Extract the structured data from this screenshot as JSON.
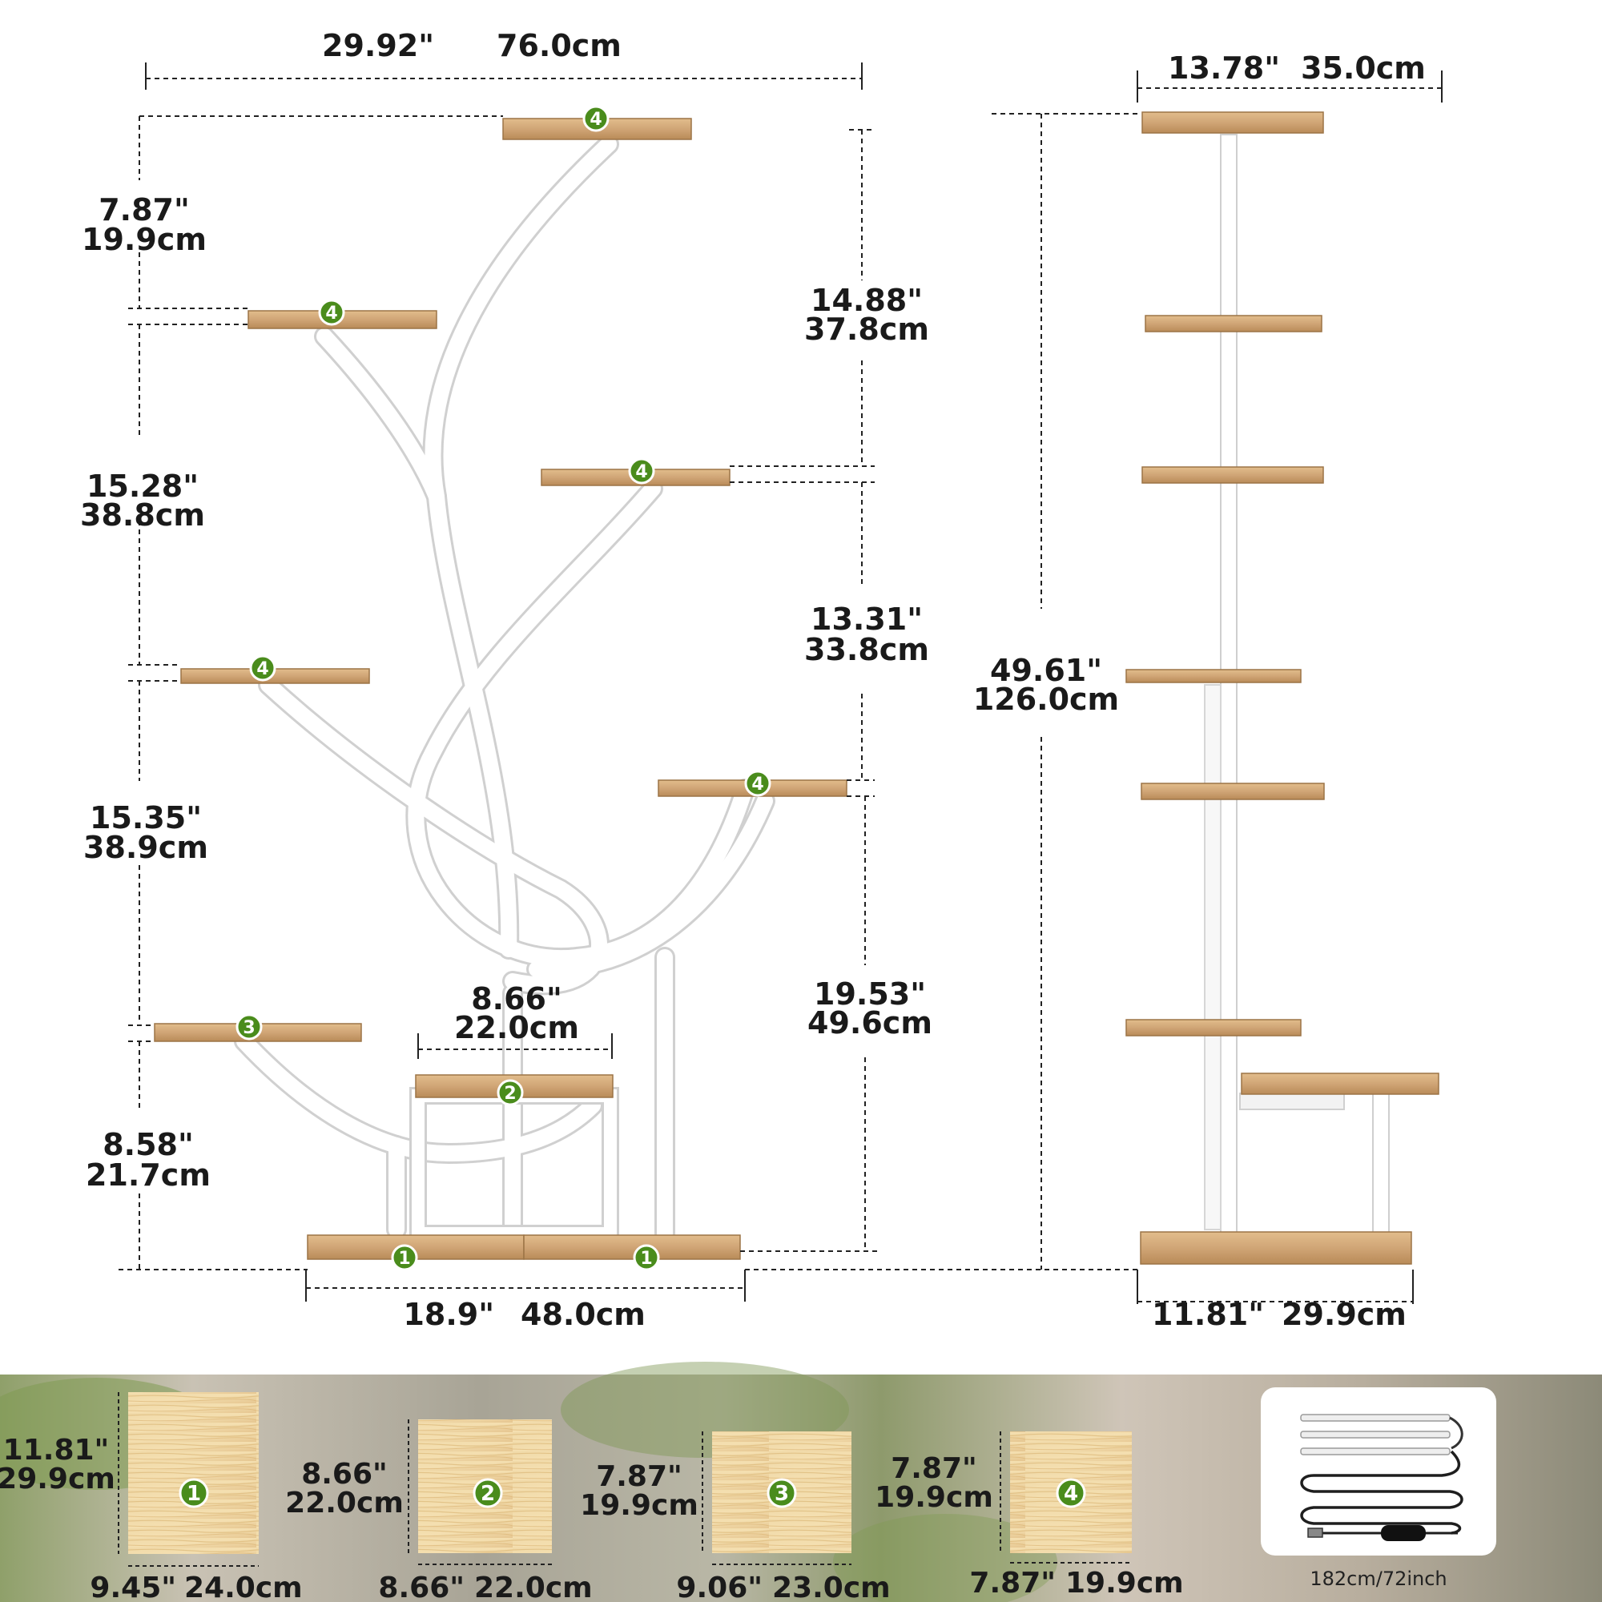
{
  "front_view": {
    "total_width": {
      "in": "29.92\"",
      "cm": "76.0cm"
    },
    "base_width": {
      "in": "18.9\"",
      "cm": "48.0cm"
    },
    "left_gaps": [
      {
        "in": "7.87\"",
        "cm": "19.9cm"
      },
      {
        "in": "15.28\"",
        "cm": "38.8cm"
      },
      {
        "in": "15.35\"",
        "cm": "38.9cm"
      },
      {
        "in": "8.58\"",
        "cm": "21.7cm"
      }
    ],
    "right_gaps": [
      {
        "in": "14.88\"",
        "cm": "37.8cm"
      },
      {
        "in": "13.31\"",
        "cm": "33.8cm"
      },
      {
        "in": "19.53\"",
        "cm": "49.6cm"
      }
    ],
    "center_shelf": {
      "in": "8.66\"",
      "cm": "22.0cm"
    },
    "shelf_badges": [
      "4",
      "4",
      "4",
      "4",
      "4",
      "3",
      "2",
      "1",
      "1"
    ]
  },
  "side_view": {
    "top_depth": {
      "in": "13.78\"",
      "cm": "35.0cm"
    },
    "total_height": {
      "in": "49.61\"",
      "cm": "126.0cm"
    },
    "base_depth": {
      "in": "11.81\"",
      "cm": "29.9cm"
    }
  },
  "boards": [
    {
      "badge": "1",
      "height": {
        "in": "11.81\"",
        "cm": "29.9cm"
      },
      "width": {
        "in": "9.45\"",
        "cm": "24.0cm"
      }
    },
    {
      "badge": "2",
      "height": {
        "in": "8.66\"",
        "cm": "22.0cm"
      },
      "width": {
        "in": "8.66\"",
        "cm": "22.0cm"
      }
    },
    {
      "badge": "3",
      "height": {
        "in": "7.87\"",
        "cm": "19.9cm"
      },
      "width": {
        "in": "9.06\"",
        "cm": "23.0cm"
      }
    },
    {
      "badge": "4",
      "height": {
        "in": "7.87\"",
        "cm": "19.9cm"
      },
      "width": {
        "in": "7.87\"",
        "cm": "19.9cm"
      }
    }
  ],
  "light_strip": {
    "length": "182cm/72inch",
    "icon": "led-strip-icon"
  },
  "colors": {
    "wood": "#d1a878",
    "frame": "#ffffff",
    "badge": "#4a8c1c",
    "ink": "#1a1a1a"
  }
}
